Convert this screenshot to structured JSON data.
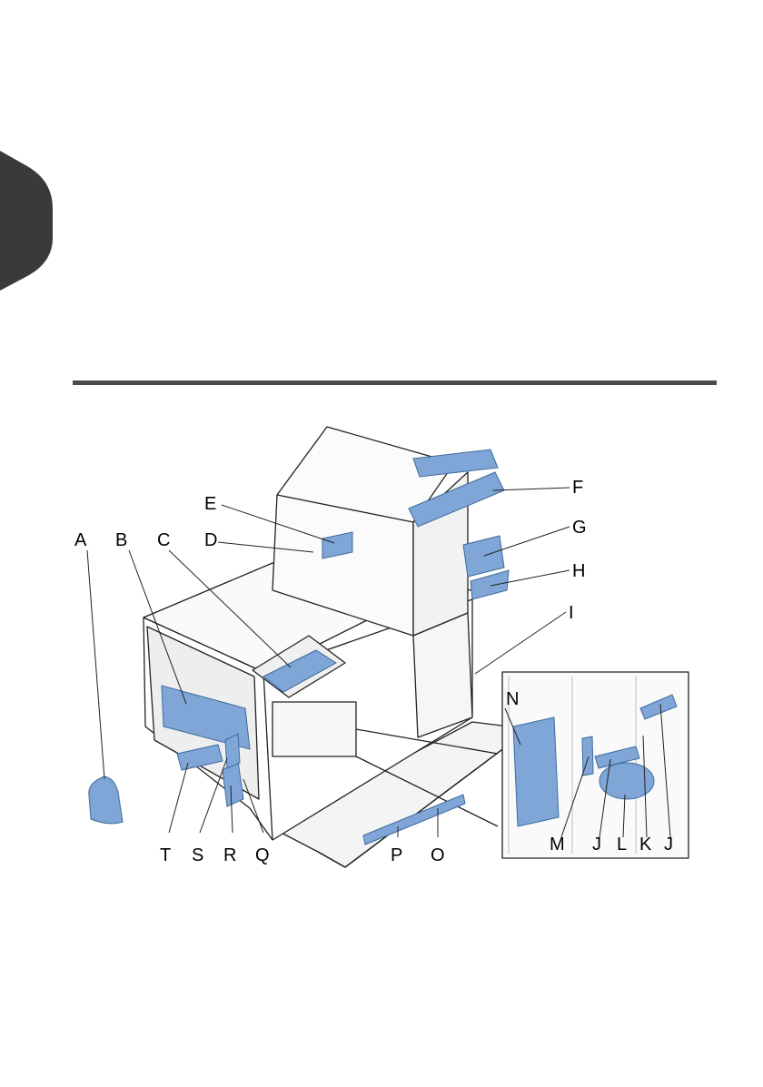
{
  "figure": {
    "callouts": [
      "A",
      "B",
      "C",
      "D",
      "E",
      "F",
      "G",
      "H",
      "I",
      "J",
      "K",
      "L",
      "M",
      "N",
      "O",
      "P",
      "Q",
      "R",
      "S",
      "T",
      "J"
    ]
  },
  "colors": {
    "accent": "#7fa6d6",
    "chapter_tab": "#3a3a3c",
    "rule": "#4a4a4a",
    "machine_outline": "#222222"
  }
}
